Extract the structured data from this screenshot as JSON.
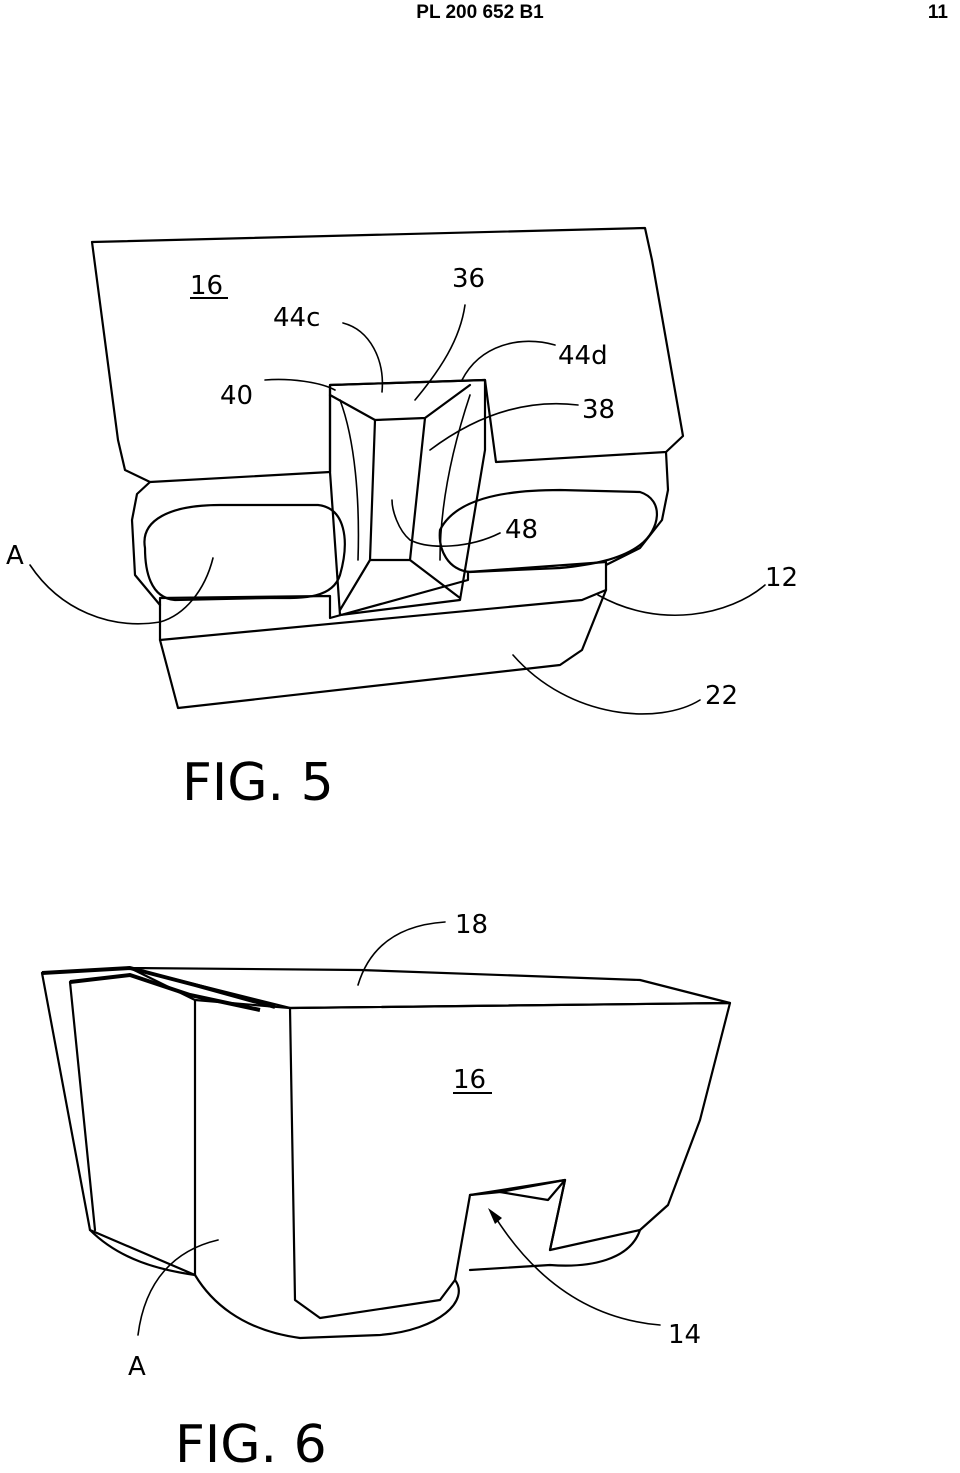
{
  "header": {
    "patent_number": "PL 200 652 B1",
    "page_number": "11"
  },
  "figure5": {
    "caption": "FIG. 5",
    "labels": {
      "l16": "16",
      "l44c": "44c",
      "l36": "36",
      "l44d": "44d",
      "l40": "40",
      "l38": "38",
      "l48": "48",
      "lA": "A",
      "l12": "12",
      "l22": "22"
    }
  },
  "figure6": {
    "caption": "FIG. 6",
    "labels": {
      "l18": "18",
      "l16": "16",
      "l14": "14",
      "lA": "A"
    }
  }
}
